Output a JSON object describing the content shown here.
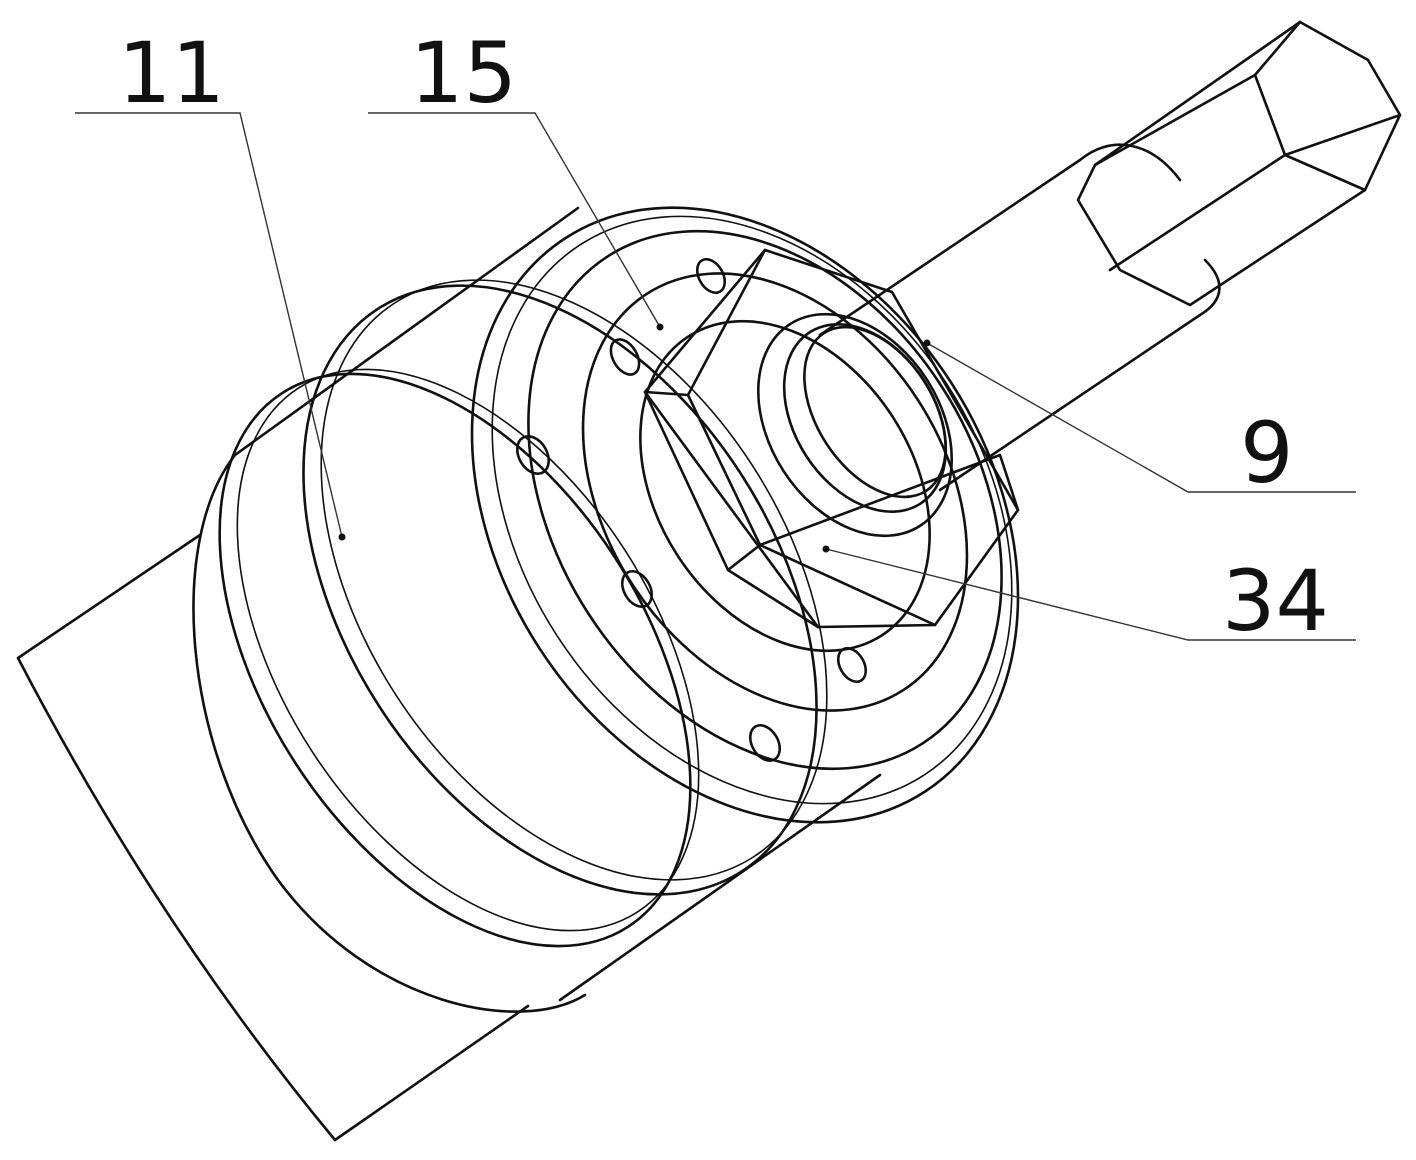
{
  "labels": {
    "part_11": "11",
    "part_15": "15",
    "part_9": "9",
    "part_34": "34"
  },
  "colors": {
    "line": "#111111",
    "background": "#ffffff"
  }
}
